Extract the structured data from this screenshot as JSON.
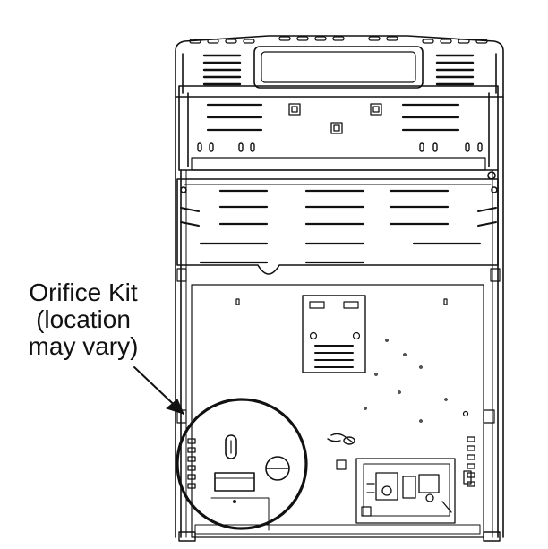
{
  "callout": {
    "lines": [
      "Orifice Kit",
      "(location",
      "may vary)"
    ]
  },
  "colors": {
    "ink": "#111111",
    "background": "#ffffff"
  }
}
